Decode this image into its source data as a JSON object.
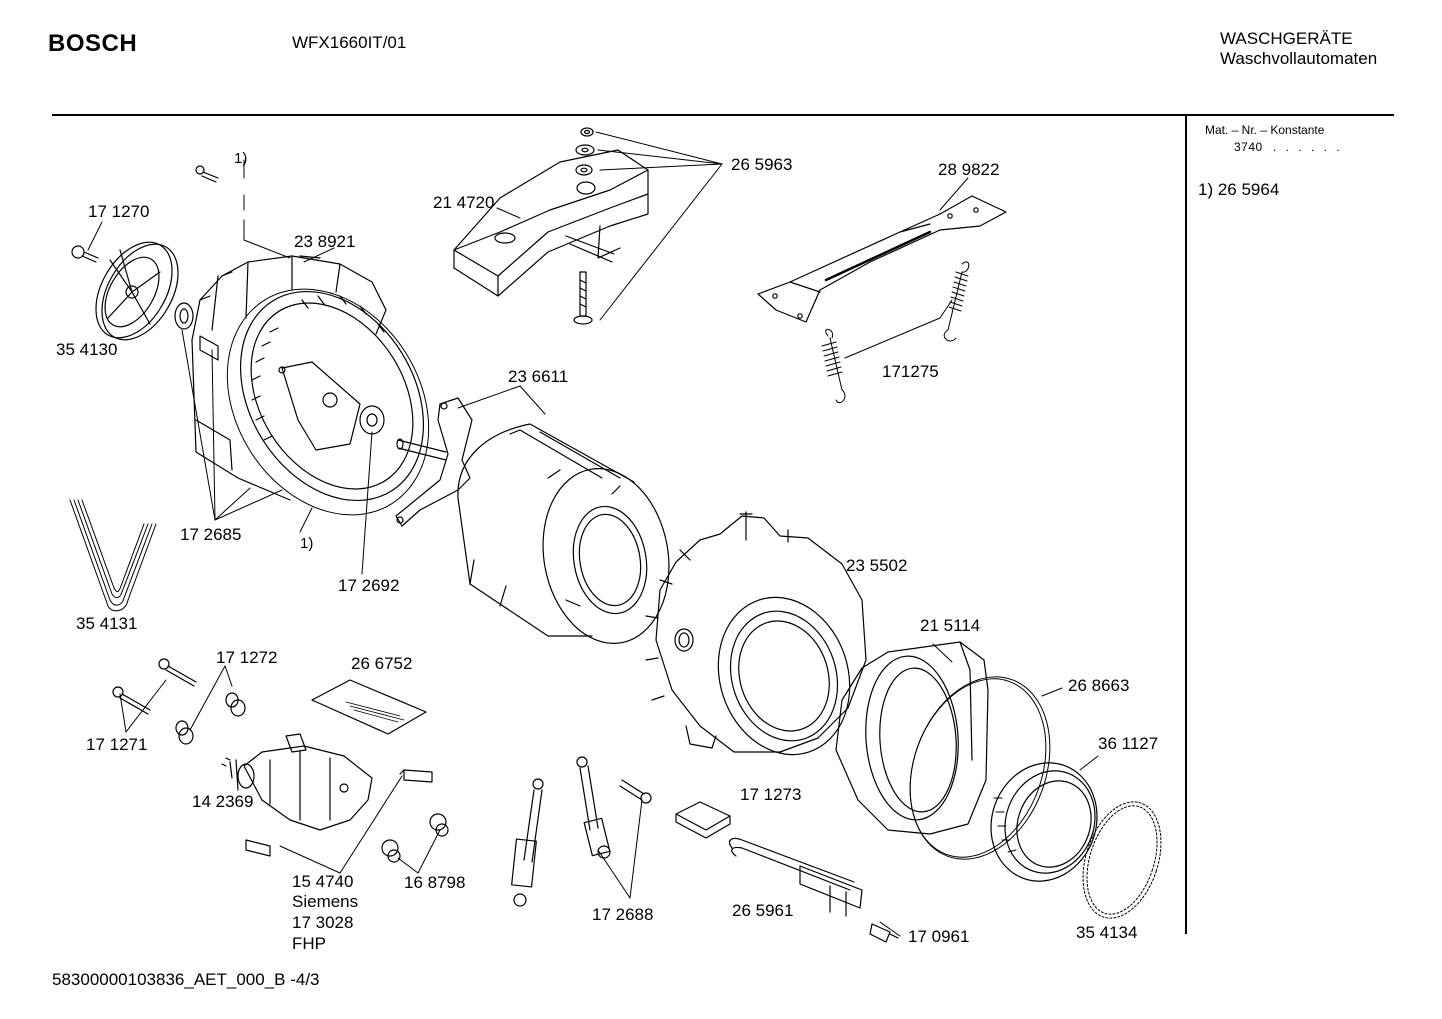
{
  "header": {
    "brand": "BOSCH",
    "model": "WFX1660IT/01",
    "category_line1": "WASCHGERÄTE",
    "category_line2": "Waschvollautomaten"
  },
  "side_panel": {
    "mat_label": "Mat. – Nr. – Konstante",
    "mat_value": "3740",
    "mat_dots": ". .  . . . .",
    "footnote": "1) 26 5964"
  },
  "footer": {
    "document_id": "58300000103836_AET_000_B -4/3"
  },
  "part_labels": {
    "p265963": "26 5963",
    "p214720": "21 4720",
    "p289822": "28 9822",
    "fn_top": "1)",
    "p171270": "17 1270",
    "p238921": "23 8921",
    "p354130": "35 4130",
    "p171275": "171275",
    "p236611": "23 6611",
    "p172685": "17 2685",
    "fn_bottom": "1)",
    "p172692": "17 2692",
    "p235502": "23 5502",
    "p354131": "35 4131",
    "p171272": "17 1272",
    "p266752": "26 6752",
    "p215114": "21 5114",
    "p268663": "26 8663",
    "p171271": "17 1271",
    "p361127": "36 1127",
    "p142369": "14 2369",
    "p171273": "17 1273",
    "p154740": "15 4740",
    "siemens": "Siemens",
    "p173028": "17 3028",
    "fhp": "FHP",
    "p168798": "16 8798",
    "p172688": "17 2688",
    "p265961": "26 5961",
    "p170961": "17 0961",
    "p354134": "35 4134"
  }
}
